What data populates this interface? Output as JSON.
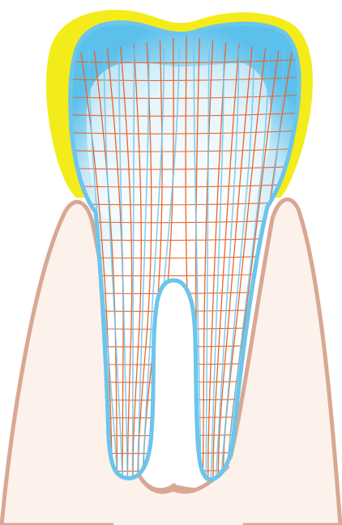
{
  "diagram": {
    "colors": {
      "background": "#ffffff",
      "gum_fill": "#fdf1ec",
      "gum_outline": "#d9a892",
      "enamel": "#f4ec1a",
      "crown_blue": "#5cc0ec",
      "crown_blue_light": "#c7e9f8",
      "tooth_outline": "#6cc5ec",
      "tooth_fill": "#ffffff",
      "tubule_lines": "#e8652a",
      "dentin_lines": "#6cc5ec"
    },
    "parts": [
      {
        "name": "gum",
        "color_key": "gum_outline"
      },
      {
        "name": "enamel",
        "color_key": "enamel"
      },
      {
        "name": "crown",
        "color_key": "crown_blue"
      },
      {
        "name": "root",
        "color_key": "tooth_outline"
      },
      {
        "name": "dentin-tubules",
        "color_key": "tubule_lines"
      }
    ]
  }
}
